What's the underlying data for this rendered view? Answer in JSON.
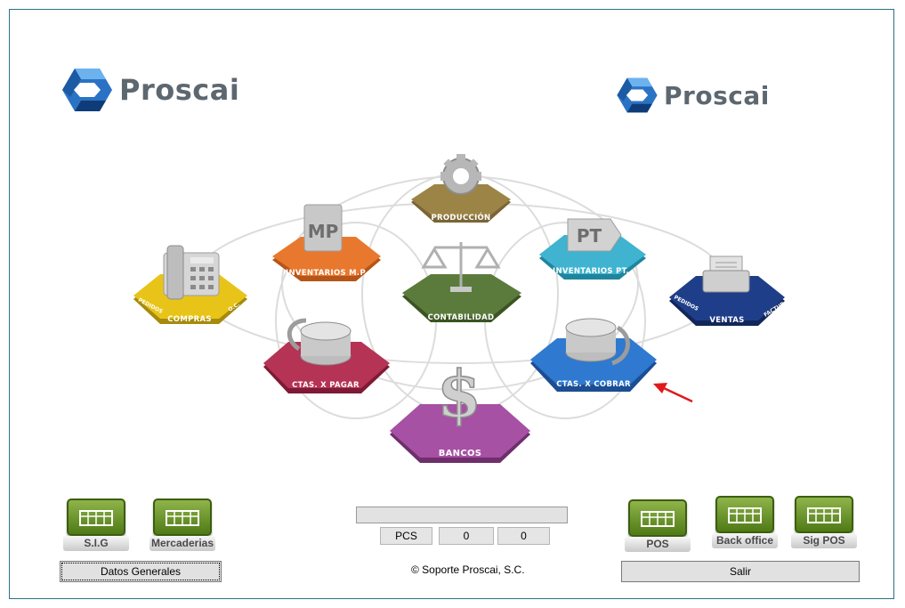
{
  "logos": {
    "left": "Proscai",
    "right": "Proscai"
  },
  "modules": {
    "produccion": "PRODUCCIÓN",
    "inventarios_mp": "INVENTARIOS M.P.",
    "inventarios_pt": "INVENTARIOS PT.",
    "compras": "COMPRAS",
    "compras_side_left": "PEDIDOS",
    "compras_side_right": "O.C.",
    "contabilidad": "CONTABILIDAD",
    "ventas": "VENTAS",
    "ventas_side_left": "PEDIDOS",
    "ventas_side_right": "FACTUR.",
    "ctas_pagar": "CTAS. X PAGAR",
    "ctas_cobrar": "CTAS. X COBRAR",
    "bancos": "BANCOS",
    "mp_tag": "MP",
    "pt_tag": "PT"
  },
  "buttons": {
    "sig": "S.I.G",
    "mercaderias": "Mercaderias",
    "pos": "POS",
    "back_office": "Back office",
    "sig_pos": "Sig POS",
    "datos_generales": "Datos Generales",
    "salir": "Salir"
  },
  "status": {
    "code": "PCS",
    "value1": "0",
    "value2": "0"
  },
  "footer": {
    "copyright": "©  Soporte Proscai, S.C."
  },
  "colors": {
    "compras": "#e8c419",
    "inventarios_mp": "#e8782e",
    "produccion": "#9c8447",
    "contabilidad": "#5b7b3c",
    "inventarios_pt": "#3fb3cf",
    "ventas": "#1f3e8a",
    "ctas_pagar": "#b53355",
    "ctas_cobrar": "#2f79d0",
    "bancos": "#a651a3",
    "button_green": "#6a9a2a",
    "arrow": "#e0191c"
  }
}
